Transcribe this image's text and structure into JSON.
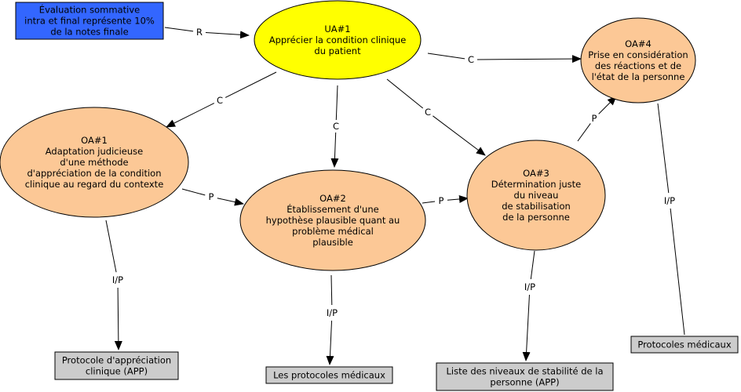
{
  "diagram": {
    "type": "concept-map",
    "colors": {
      "root": "#ffff00",
      "objective": "#fcc896",
      "evaluation": "#3366ff",
      "resource": "#cccccc",
      "stroke": "#000000"
    },
    "nodes": [
      {
        "id": "eval",
        "kind": "evaluation",
        "lines": [
          "Évaluation sommative",
          "intra et final représente 10%",
          "de la notes finale"
        ]
      },
      {
        "id": "ua1",
        "kind": "root",
        "lines": [
          "UA#1",
          "Apprécier la condition clinique",
          "du patient"
        ]
      },
      {
        "id": "oa4",
        "kind": "objective",
        "lines": [
          "OA#4",
          "Prise en considération",
          "des réactions et de",
          "l'état de la personne"
        ]
      },
      {
        "id": "oa1",
        "kind": "objective",
        "lines": [
          "OA#1",
          "Adaptation judicieuse",
          "d'une méthode",
          "d'appréciation de la condition",
          "clinique au regard du contexte"
        ]
      },
      {
        "id": "oa2",
        "kind": "objective",
        "lines": [
          "OA#2",
          "Établissement d'une",
          "hypothèse plausible quant au",
          "problème médical",
          "plausible"
        ]
      },
      {
        "id": "oa3",
        "kind": "objective",
        "lines": [
          "OA#3",
          "Détermination juste",
          "du niveau",
          "de stabilisation",
          "de la personne"
        ]
      },
      {
        "id": "res1",
        "kind": "resource",
        "lines": [
          "Protocole d'appréciation",
          "clinique (APP)"
        ]
      },
      {
        "id": "res2",
        "kind": "resource",
        "lines": [
          "Les protocoles médicaux"
        ]
      },
      {
        "id": "res3",
        "kind": "resource",
        "lines": [
          "Liste des niveaux de stabilité de la",
          "personne  (APP)"
        ]
      },
      {
        "id": "res4",
        "kind": "resource",
        "lines": [
          "Protocoles médicaux"
        ]
      }
    ],
    "edges": [
      {
        "id": "e-eval-ua1",
        "from": "eval",
        "to": "ua1",
        "label": "R"
      },
      {
        "id": "e-ua1-oa4",
        "from": "ua1",
        "to": "oa4",
        "label": "C"
      },
      {
        "id": "e-ua1-oa1",
        "from": "ua1",
        "to": "oa1",
        "label": "C"
      },
      {
        "id": "e-ua1-oa2",
        "from": "ua1",
        "to": "oa2",
        "label": "C"
      },
      {
        "id": "e-ua1-oa3",
        "from": "ua1",
        "to": "oa3",
        "label": "C"
      },
      {
        "id": "e-oa1-oa2",
        "from": "oa1",
        "to": "oa2",
        "label": "P"
      },
      {
        "id": "e-oa2-oa3",
        "from": "oa2",
        "to": "oa3",
        "label": "P"
      },
      {
        "id": "e-oa3-oa4",
        "from": "oa3",
        "to": "oa4",
        "label": "P"
      },
      {
        "id": "e-oa1-res1",
        "from": "oa1",
        "to": "res1",
        "label": "I/P"
      },
      {
        "id": "e-oa2-res2",
        "from": "oa2",
        "to": "res2",
        "label": "I/P"
      },
      {
        "id": "e-oa3-res3",
        "from": "oa3",
        "to": "res3",
        "label": "I/P"
      },
      {
        "id": "e-oa4-res4",
        "from": "oa4",
        "to": "res4",
        "label": "I/P"
      }
    ]
  }
}
